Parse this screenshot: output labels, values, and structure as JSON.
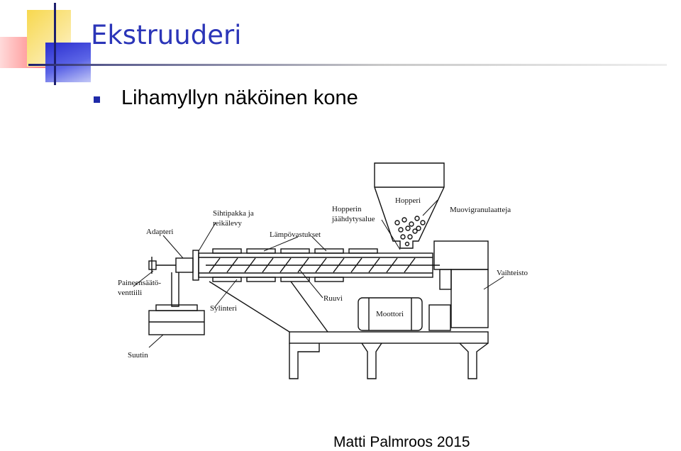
{
  "slide": {
    "title": "Ekstruuderi",
    "bullets": [
      "Lihamyllyn näköinen kone"
    ],
    "footer": "Matti Palmroos 2015"
  },
  "diagram": {
    "labels": {
      "hopper": "Hopperi",
      "pellets": "Muovigranulaatteja",
      "hopper_cooling_1": "Hopperin",
      "hopper_cooling_2": "jäähdytysalue",
      "screen_pack_1": "Sihtipakka ja",
      "screen_pack_2": "reikälevy",
      "heaters": "Lämpövastukset",
      "adapter": "Adapteri",
      "valve_1": "Paineensäätö-",
      "valve_2": "venttiili",
      "gearbox": "Vaihteisto",
      "screw": "Ruuvi",
      "cylinder": "Sylinteri",
      "motor": "Moottori",
      "nozzle": "Suutin"
    }
  }
}
